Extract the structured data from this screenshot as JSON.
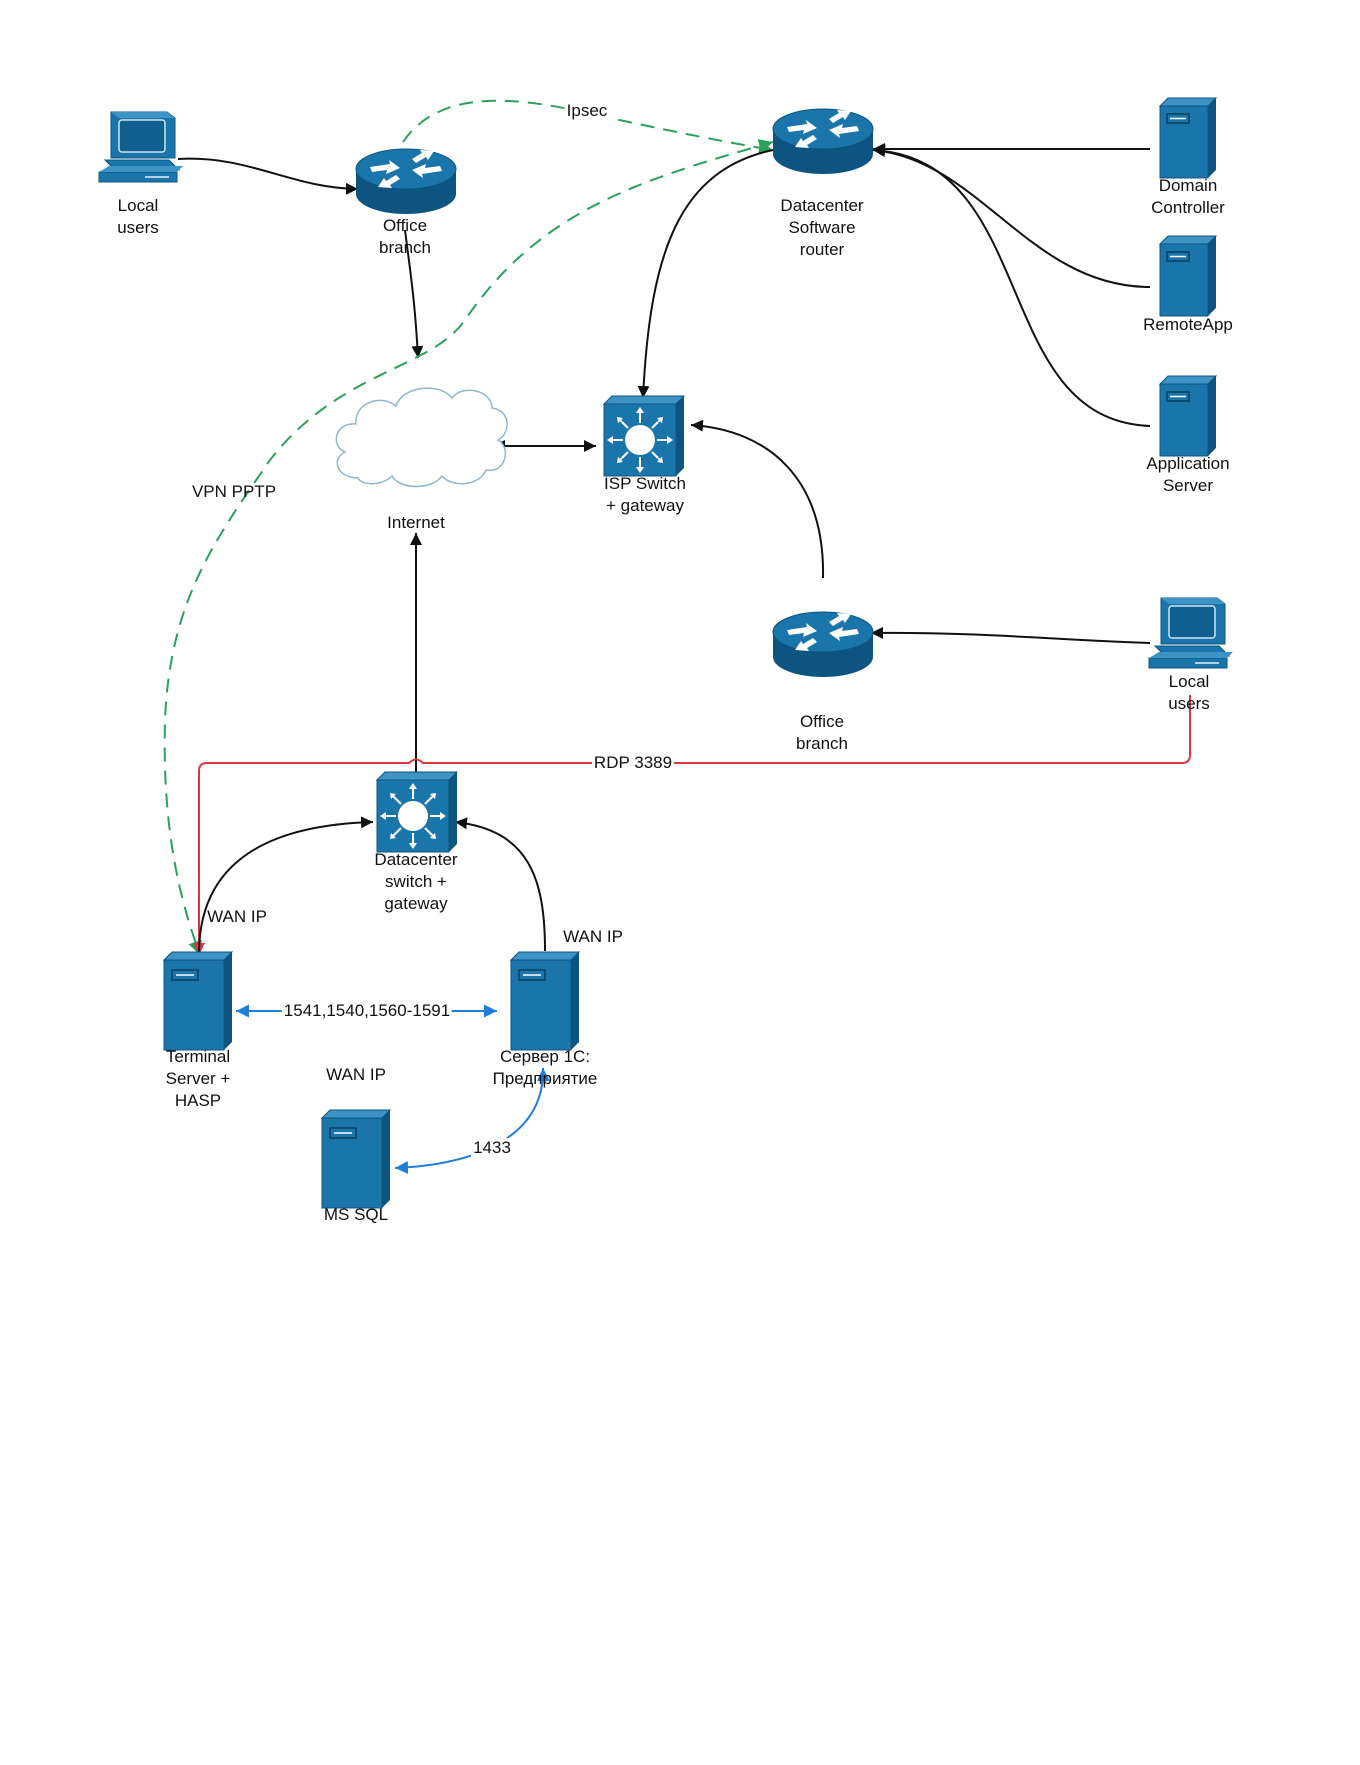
{
  "nodes": {
    "local_users_top": {
      "icon": "workstation-icon",
      "lines": [
        "Local",
        "users"
      ]
    },
    "office_branch_top": {
      "icon": "router-icon",
      "lines": [
        "Office",
        "branch"
      ]
    },
    "datacenter_router": {
      "icon": "router-icon",
      "lines": [
        "Datacenter",
        "Software",
        "router"
      ]
    },
    "domain_controller": {
      "icon": "server-icon",
      "lines": [
        "Domain",
        "Controller"
      ]
    },
    "remoteapp": {
      "icon": "server-icon",
      "lines": [
        "RemoteApp"
      ]
    },
    "application_server": {
      "icon": "server-icon",
      "lines": [
        "Application",
        "Server"
      ]
    },
    "internet": {
      "icon": "cloud-icon",
      "lines": [
        "Internet"
      ]
    },
    "isp_switch": {
      "icon": "switch-icon",
      "lines": [
        "ISP Switch",
        "+ gateway"
      ]
    },
    "office_branch_bottom": {
      "icon": "router-icon",
      "lines": [
        "Office",
        "branch"
      ]
    },
    "local_users_bottom": {
      "icon": "workstation-icon",
      "lines": [
        "Local",
        "users"
      ]
    },
    "datacenter_switch": {
      "icon": "switch-icon",
      "lines": [
        "Datacenter",
        "switch +",
        "gateway"
      ]
    },
    "terminal_server": {
      "icon": "server-icon",
      "lines": [
        "Terminal",
        "Server +",
        "HASP"
      ]
    },
    "server_1c": {
      "icon": "server-icon",
      "lines": [
        "Сервер 1С:",
        "Предприятие"
      ]
    },
    "ms_sql": {
      "icon": "server-icon",
      "lines": [
        "MS SQL"
      ]
    }
  },
  "edge_labels": {
    "ipsec": "Ipsec",
    "vpn_pptp": "VPN PPTP",
    "rdp": "RDP 3389",
    "wan_ip_terminal": "WAN IP",
    "wan_ip_1c": "WAN IP",
    "wan_ip_sql": "WAN IP",
    "ports_1c": "1541,1540,1560-1591",
    "port_sql": "1433"
  },
  "colors": {
    "device_blue": "#1a75ab",
    "device_dark": "#0d5580",
    "vpn_green": "#2aa15a",
    "rdp_red": "#d9363e",
    "port_blue": "#1f7fd8",
    "link_black": "#111111"
  }
}
